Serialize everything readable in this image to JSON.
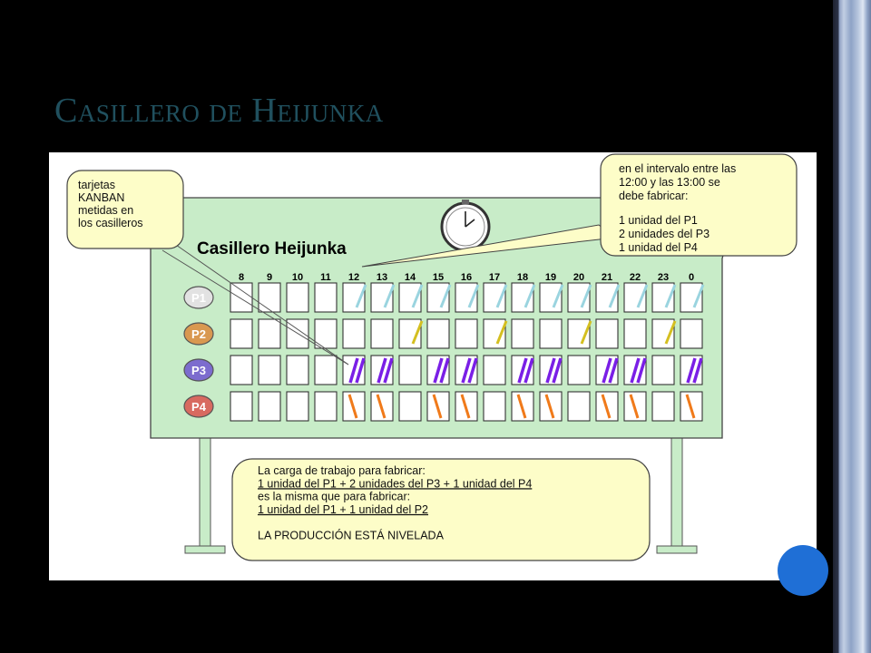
{
  "slide": {
    "title": "Casillero de Heijunka",
    "accent_color": "#20505e"
  },
  "board": {
    "title": "Casillero Heijunka",
    "hours": [
      "8",
      "9",
      "10",
      "11",
      "12",
      "13",
      "14",
      "15",
      "16",
      "17",
      "18",
      "19",
      "20",
      "21",
      "22",
      "23",
      "0"
    ],
    "products": [
      {
        "label": "P1",
        "color": "#e2e2e2",
        "card_color": "#9ad4df",
        "card_type": "single-slash",
        "cards_per_slot": [
          0,
          0,
          0,
          0,
          1,
          1,
          1,
          1,
          1,
          1,
          1,
          1,
          1,
          1,
          1,
          1,
          1
        ]
      },
      {
        "label": "P2",
        "color": "#d99850",
        "card_color": "#d4bf20",
        "card_type": "single-slash",
        "cards_per_slot": [
          0,
          0,
          0,
          0,
          0,
          0,
          1,
          0,
          0,
          1,
          0,
          0,
          1,
          0,
          0,
          1,
          0
        ]
      },
      {
        "label": "P3",
        "color": "#7c6cce",
        "card_color": "#7a1fe6",
        "card_type": "double-slash",
        "cards_per_slot": [
          0,
          0,
          0,
          0,
          2,
          2,
          0,
          2,
          2,
          0,
          2,
          2,
          0,
          2,
          2,
          0,
          2
        ]
      },
      {
        "label": "P4",
        "color": "#d86a60",
        "card_color": "#f07a1a",
        "card_type": "backslash",
        "cards_per_slot": [
          0,
          0,
          0,
          0,
          1,
          1,
          0,
          1,
          1,
          0,
          1,
          1,
          0,
          1,
          1,
          0,
          1
        ]
      }
    ],
    "board_color": "#c8ecc8",
    "clock_icon": "clock-icon"
  },
  "callouts": {
    "left": [
      "tarjetas",
      "KANBAN",
      "metidas en",
      "los casilleros"
    ],
    "right": [
      "en el intervalo entre las",
      "12:00 y las 13:00 se",
      "debe fabricar:",
      "",
      "1 unidad del P1",
      "2 unidades del P3",
      "1 unidad del P4"
    ],
    "fill_color": "#fdfdc8"
  },
  "summary": {
    "lines": [
      {
        "text": "La carga de trabajo para fabricar:",
        "underline": false
      },
      {
        "text": "1 unidad del P1 + 2 unidades del P3 + 1 unidad del P4",
        "underline": true
      },
      {
        "text": "es la misma que para fabricar:",
        "underline": false
      },
      {
        "text": "1 unidad del P1 + 1 unidad del P2",
        "underline": true
      },
      {
        "text": "",
        "underline": false
      },
      {
        "text": "LA PRODUCCIÓN ESTÁ NIVELADA",
        "underline": false
      }
    ]
  },
  "nav": {
    "icon": "next-slide-button"
  }
}
